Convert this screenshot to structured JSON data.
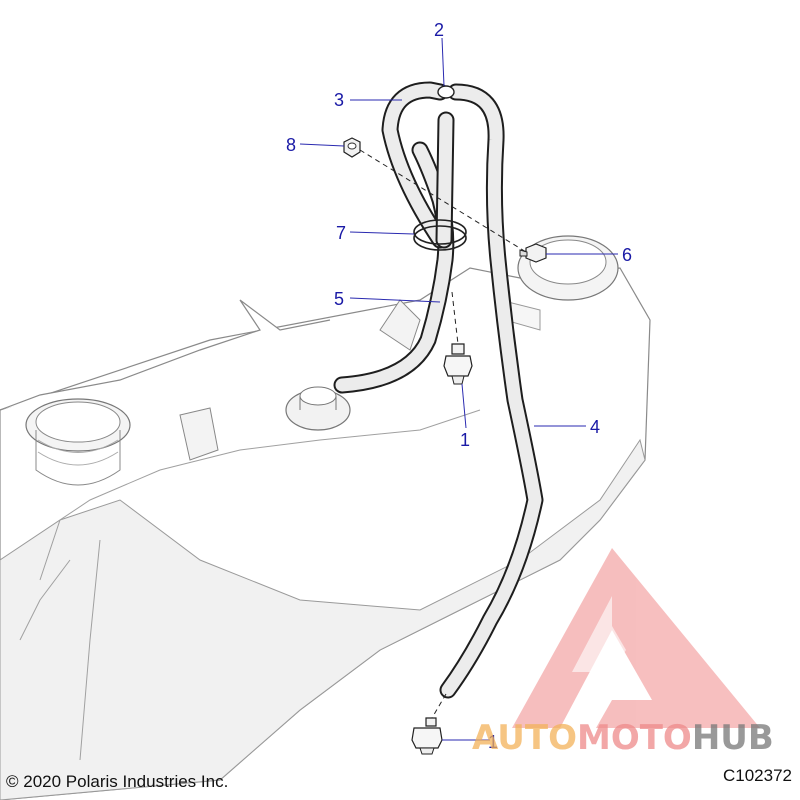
{
  "diagram": {
    "callouts": [
      {
        "id": "c2",
        "label": "2"
      },
      {
        "id": "c3",
        "label": "3"
      },
      {
        "id": "c8",
        "label": "8"
      },
      {
        "id": "c7",
        "label": "7"
      },
      {
        "id": "c6",
        "label": "6"
      },
      {
        "id": "c5",
        "label": "5"
      },
      {
        "id": "c1a",
        "label": "1"
      },
      {
        "id": "c4",
        "label": "4"
      },
      {
        "id": "c1b",
        "label": "1"
      }
    ]
  },
  "footer": {
    "copyright": "© 2020 Polaris Industries Inc.",
    "figure_code": "C102372"
  },
  "watermark": {
    "part1": "AUTO",
    "part2": "MOTO",
    "part3": "HUB",
    "logo_color": "#f08a8a"
  }
}
